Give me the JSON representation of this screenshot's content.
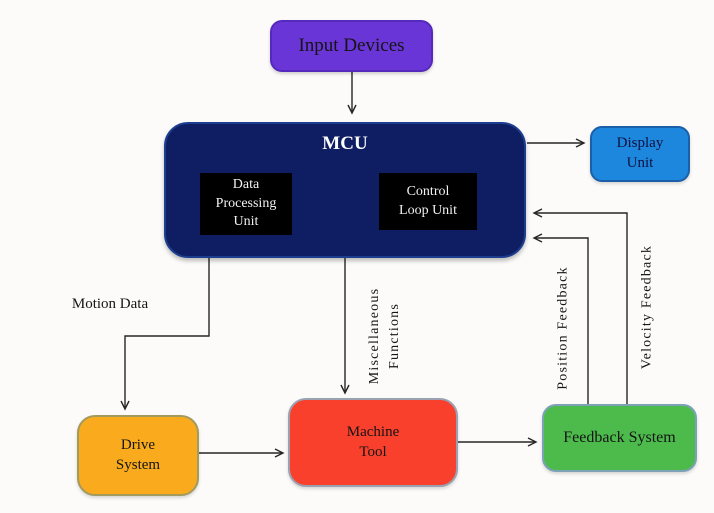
{
  "nodes": {
    "input_devices": {
      "label": "Input Devices",
      "color": "#6a35d6"
    },
    "mcu": {
      "label": "MCU",
      "color": "#0f1e63"
    },
    "data_processing_unit": {
      "label": "Data\nProcessing\nUnit",
      "color": "#000000"
    },
    "control_loop_unit": {
      "label": "Control\nLoop Unit",
      "color": "#000000"
    },
    "display_unit": {
      "label": "Display\nUnit",
      "color": "#1d87dd"
    },
    "drive_system": {
      "label": "Drive\nSystem",
      "color": "#f9ab1d"
    },
    "machine_tool": {
      "label": "Machine\nTool",
      "color": "#f8402c"
    },
    "feedback_system": {
      "label": "Feedback System",
      "color": "#4cbb4c"
    }
  },
  "edge_labels": {
    "motion_data": "Motion Data",
    "miscellaneous_functions": "Miscellaneous\nFunctions",
    "position_feedback": "Position Feedback",
    "velocity_feedback": "Velocity Feedback"
  },
  "edges": [
    {
      "from": "Input Devices",
      "to": "MCU",
      "label": ""
    },
    {
      "from": "MCU",
      "to": "Display Unit",
      "label": ""
    },
    {
      "from": "MCU",
      "to": "Drive System",
      "label": "Motion Data"
    },
    {
      "from": "MCU",
      "to": "Machine Tool",
      "label": "Miscellaneous Functions"
    },
    {
      "from": "Drive System",
      "to": "Machine Tool",
      "label": ""
    },
    {
      "from": "Machine Tool",
      "to": "Feedback System",
      "label": ""
    },
    {
      "from": "Feedback System",
      "to": "MCU",
      "label": "Position Feedback"
    },
    {
      "from": "Feedback System",
      "to": "MCU",
      "label": "Velocity Feedback"
    }
  ]
}
